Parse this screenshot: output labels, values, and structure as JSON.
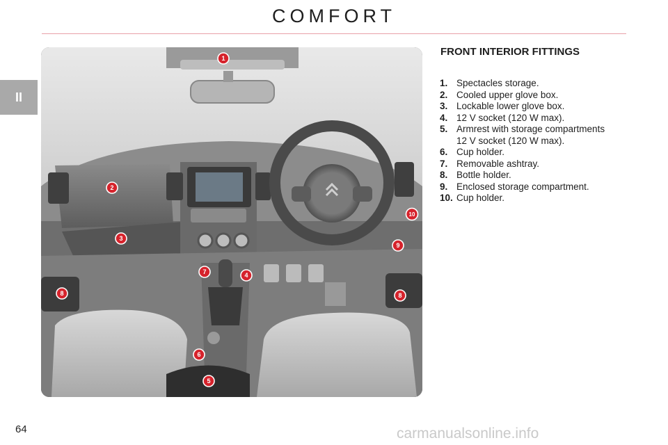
{
  "header": {
    "title": "COMFORT"
  },
  "chapter_tab": {
    "label": "II"
  },
  "section": {
    "heading": "FRONT INTERIOR FITTINGS"
  },
  "legend": {
    "items": [
      {
        "num": "1.",
        "text": "Spectacles storage."
      },
      {
        "num": "2.",
        "text": "Cooled upper glove box."
      },
      {
        "num": "3.",
        "text": "Lockable lower glove box."
      },
      {
        "num": "4.",
        "text": "12 V socket (120 W max)."
      },
      {
        "num": "5.",
        "text": "Armrest with storage compartments",
        "sub": "12 V socket (120 W max)."
      },
      {
        "num": "6.",
        "text": "Cup holder."
      },
      {
        "num": "7.",
        "text": "Removable ashtray."
      },
      {
        "num": "8.",
        "text": "Bottle holder."
      },
      {
        "num": "9.",
        "text": "Enclosed storage compartment."
      },
      {
        "num": "10.",
        "text": "Cup holder."
      }
    ]
  },
  "markers": [
    "1",
    "2",
    "3",
    "4",
    "5",
    "6",
    "7",
    "8",
    "8",
    "9",
    "10"
  ],
  "footer": {
    "page_number": "64",
    "watermark": "carmanualsonline.info"
  },
  "colors": {
    "marker": "#d6232c",
    "title_rule": "#e8a0a8",
    "chapter_tab": "#a9a9a9"
  }
}
